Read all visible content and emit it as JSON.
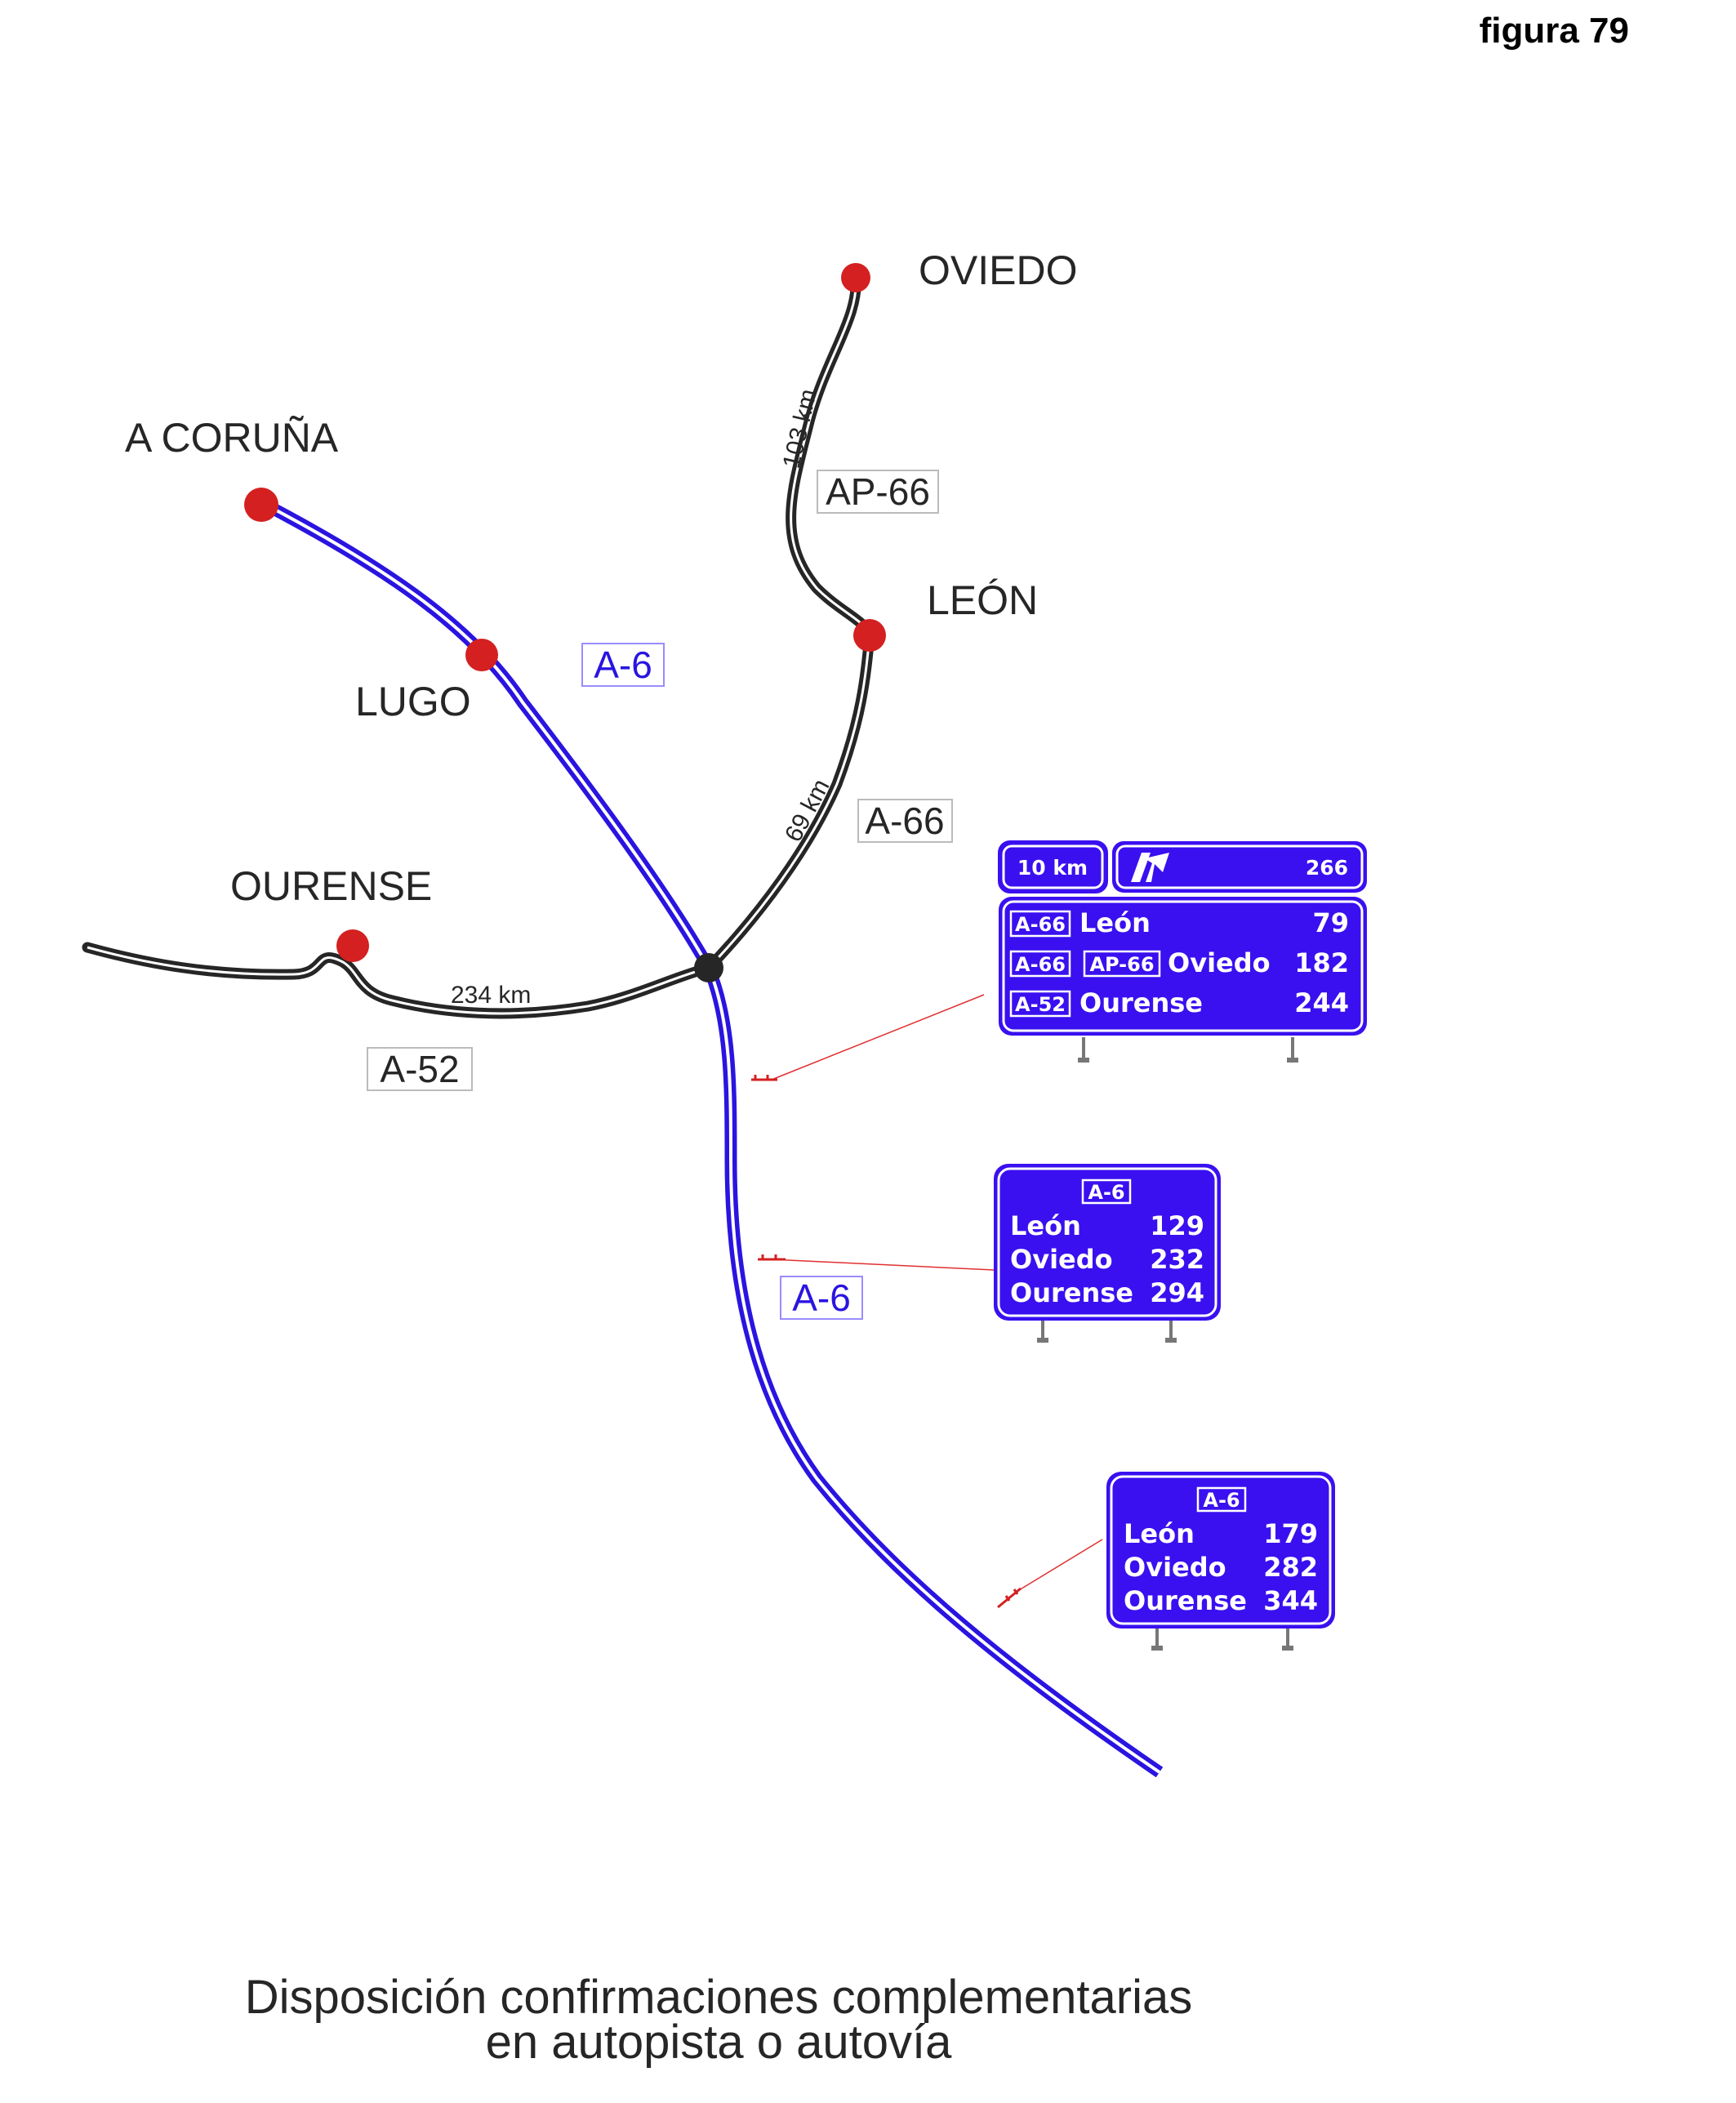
{
  "figure_label": "figura 79",
  "caption": {
    "line1": "Disposición confirmaciones complementarias",
    "line2": "en autopista o autovía"
  },
  "cities": {
    "oviedo": "OVIEDO",
    "a_coruna": "A CORUÑA",
    "leon": "LEÓN",
    "lugo": "LUGO",
    "ourense": "OURENSE"
  },
  "roads": {
    "ap66": "AP-66",
    "a66": "A-66",
    "a6_north": "A-6",
    "a6_south": "A-6",
    "a52": "A-52"
  },
  "distances": {
    "oviedo_leon": "103 km",
    "leon_junction": "69 km",
    "ourense_junction": "234 km"
  },
  "sign_exit": {
    "distance": "10  km",
    "exit_number": "266",
    "rows": [
      {
        "badges": [
          "A-66"
        ],
        "city": "León",
        "km": "79"
      },
      {
        "badges": [
          "A-66",
          "AP-66"
        ],
        "city": "Oviedo",
        "km": "182"
      },
      {
        "badges": [
          "A-52"
        ],
        "city": "Ourense",
        "km": "244"
      }
    ]
  },
  "sign_conf1": {
    "road": "A-6",
    "rows": [
      {
        "city": "León",
        "km": "129"
      },
      {
        "city": "Oviedo",
        "km": "232"
      },
      {
        "city": "Ourense",
        "km": "294"
      }
    ]
  },
  "sign_conf2": {
    "road": "A-6",
    "rows": [
      {
        "city": "León",
        "km": "179"
      },
      {
        "city": "Oviedo",
        "km": "282"
      },
      {
        "city": "Ourense",
        "km": "344"
      }
    ]
  },
  "colors": {
    "motorway_blue": "#2a14e0",
    "sign_blue": "#3a10f0",
    "road_black": "#262626",
    "city_red": "#d42020",
    "pointer_red": "#e03030"
  }
}
